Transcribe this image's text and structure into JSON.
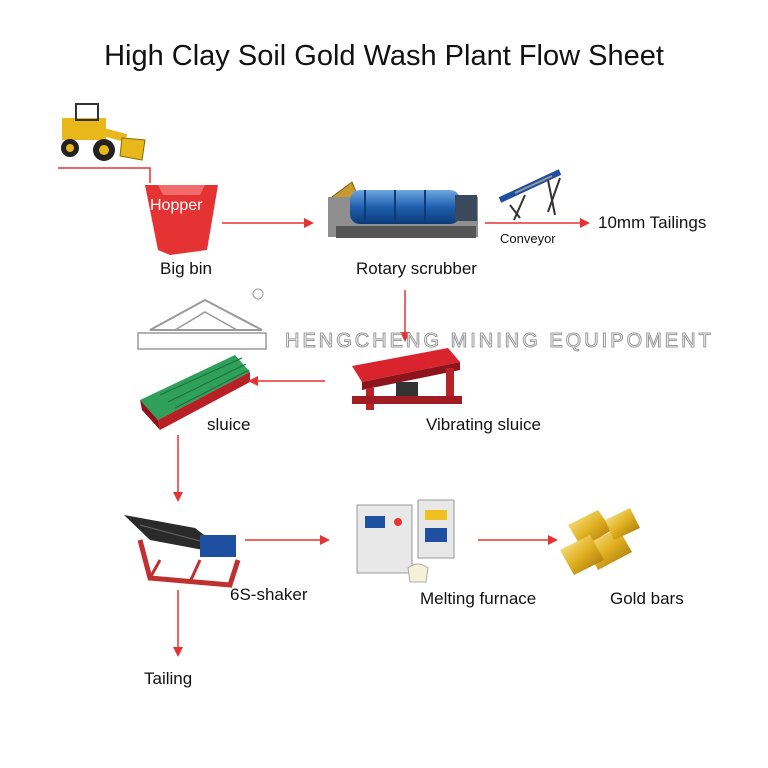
{
  "title": "High Clay Soil Gold Wash Plant Flow Sheet",
  "watermark": "HENGCHENG MINING EQUIPOMENT",
  "registered_mark": "®",
  "accent_color": "#e53333",
  "nodes": {
    "hopper_text": "Hopper",
    "big_bin": "Big bin",
    "rotary_scrubber": "Rotary scrubber",
    "conveyor": "Conveyor",
    "tailings_10mm": "10mm Tailings",
    "sluice": "sluice",
    "vibrating_sluice": "Vibrating sluice",
    "shaker": "6S-shaker",
    "melting_furnace": "Melting furnace",
    "gold_bars": "Gold bars",
    "tailing": "Tailing"
  },
  "icons": [
    "wheel-loader-icon",
    "hopper-icon",
    "rotary-scrubber-icon",
    "conveyor-icon",
    "sluice-icon",
    "vibrating-sluice-icon",
    "shaker-table-icon",
    "melting-furnace-icon",
    "gold-bars-icon",
    "logo-icon"
  ]
}
